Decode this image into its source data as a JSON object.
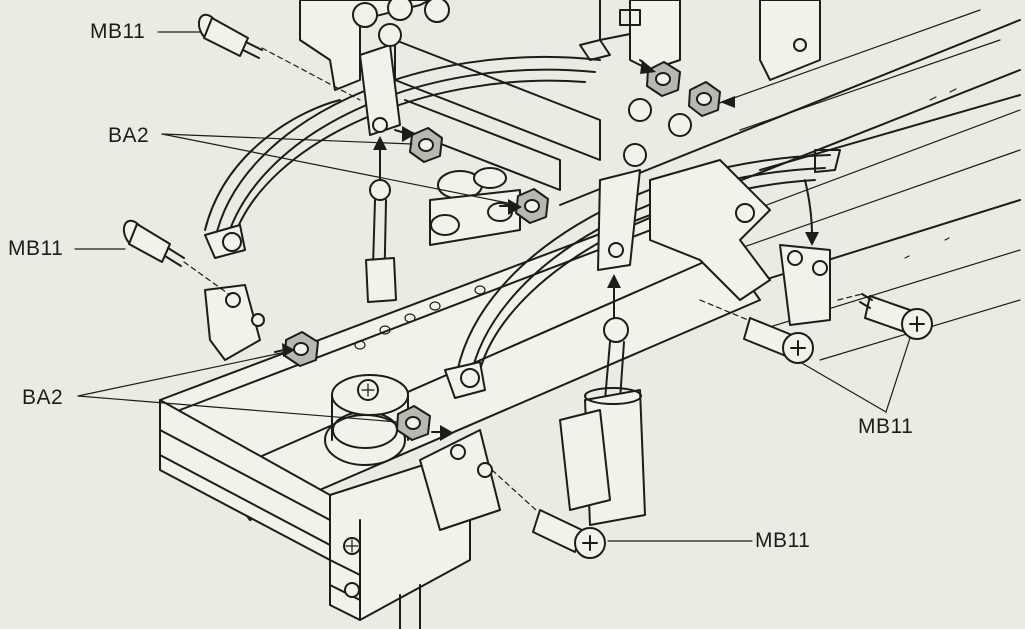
{
  "callouts": {
    "mb11_top_left": "MB11",
    "ba2_upper": "BA2",
    "mb11_mid_left": "MB11",
    "ba2_lower": "BA2",
    "mb11_right": "MB11",
    "mb11_bottom": "MB11"
  },
  "colors": {
    "paper": "#ecebe3",
    "ink": "#1c1c1a"
  }
}
